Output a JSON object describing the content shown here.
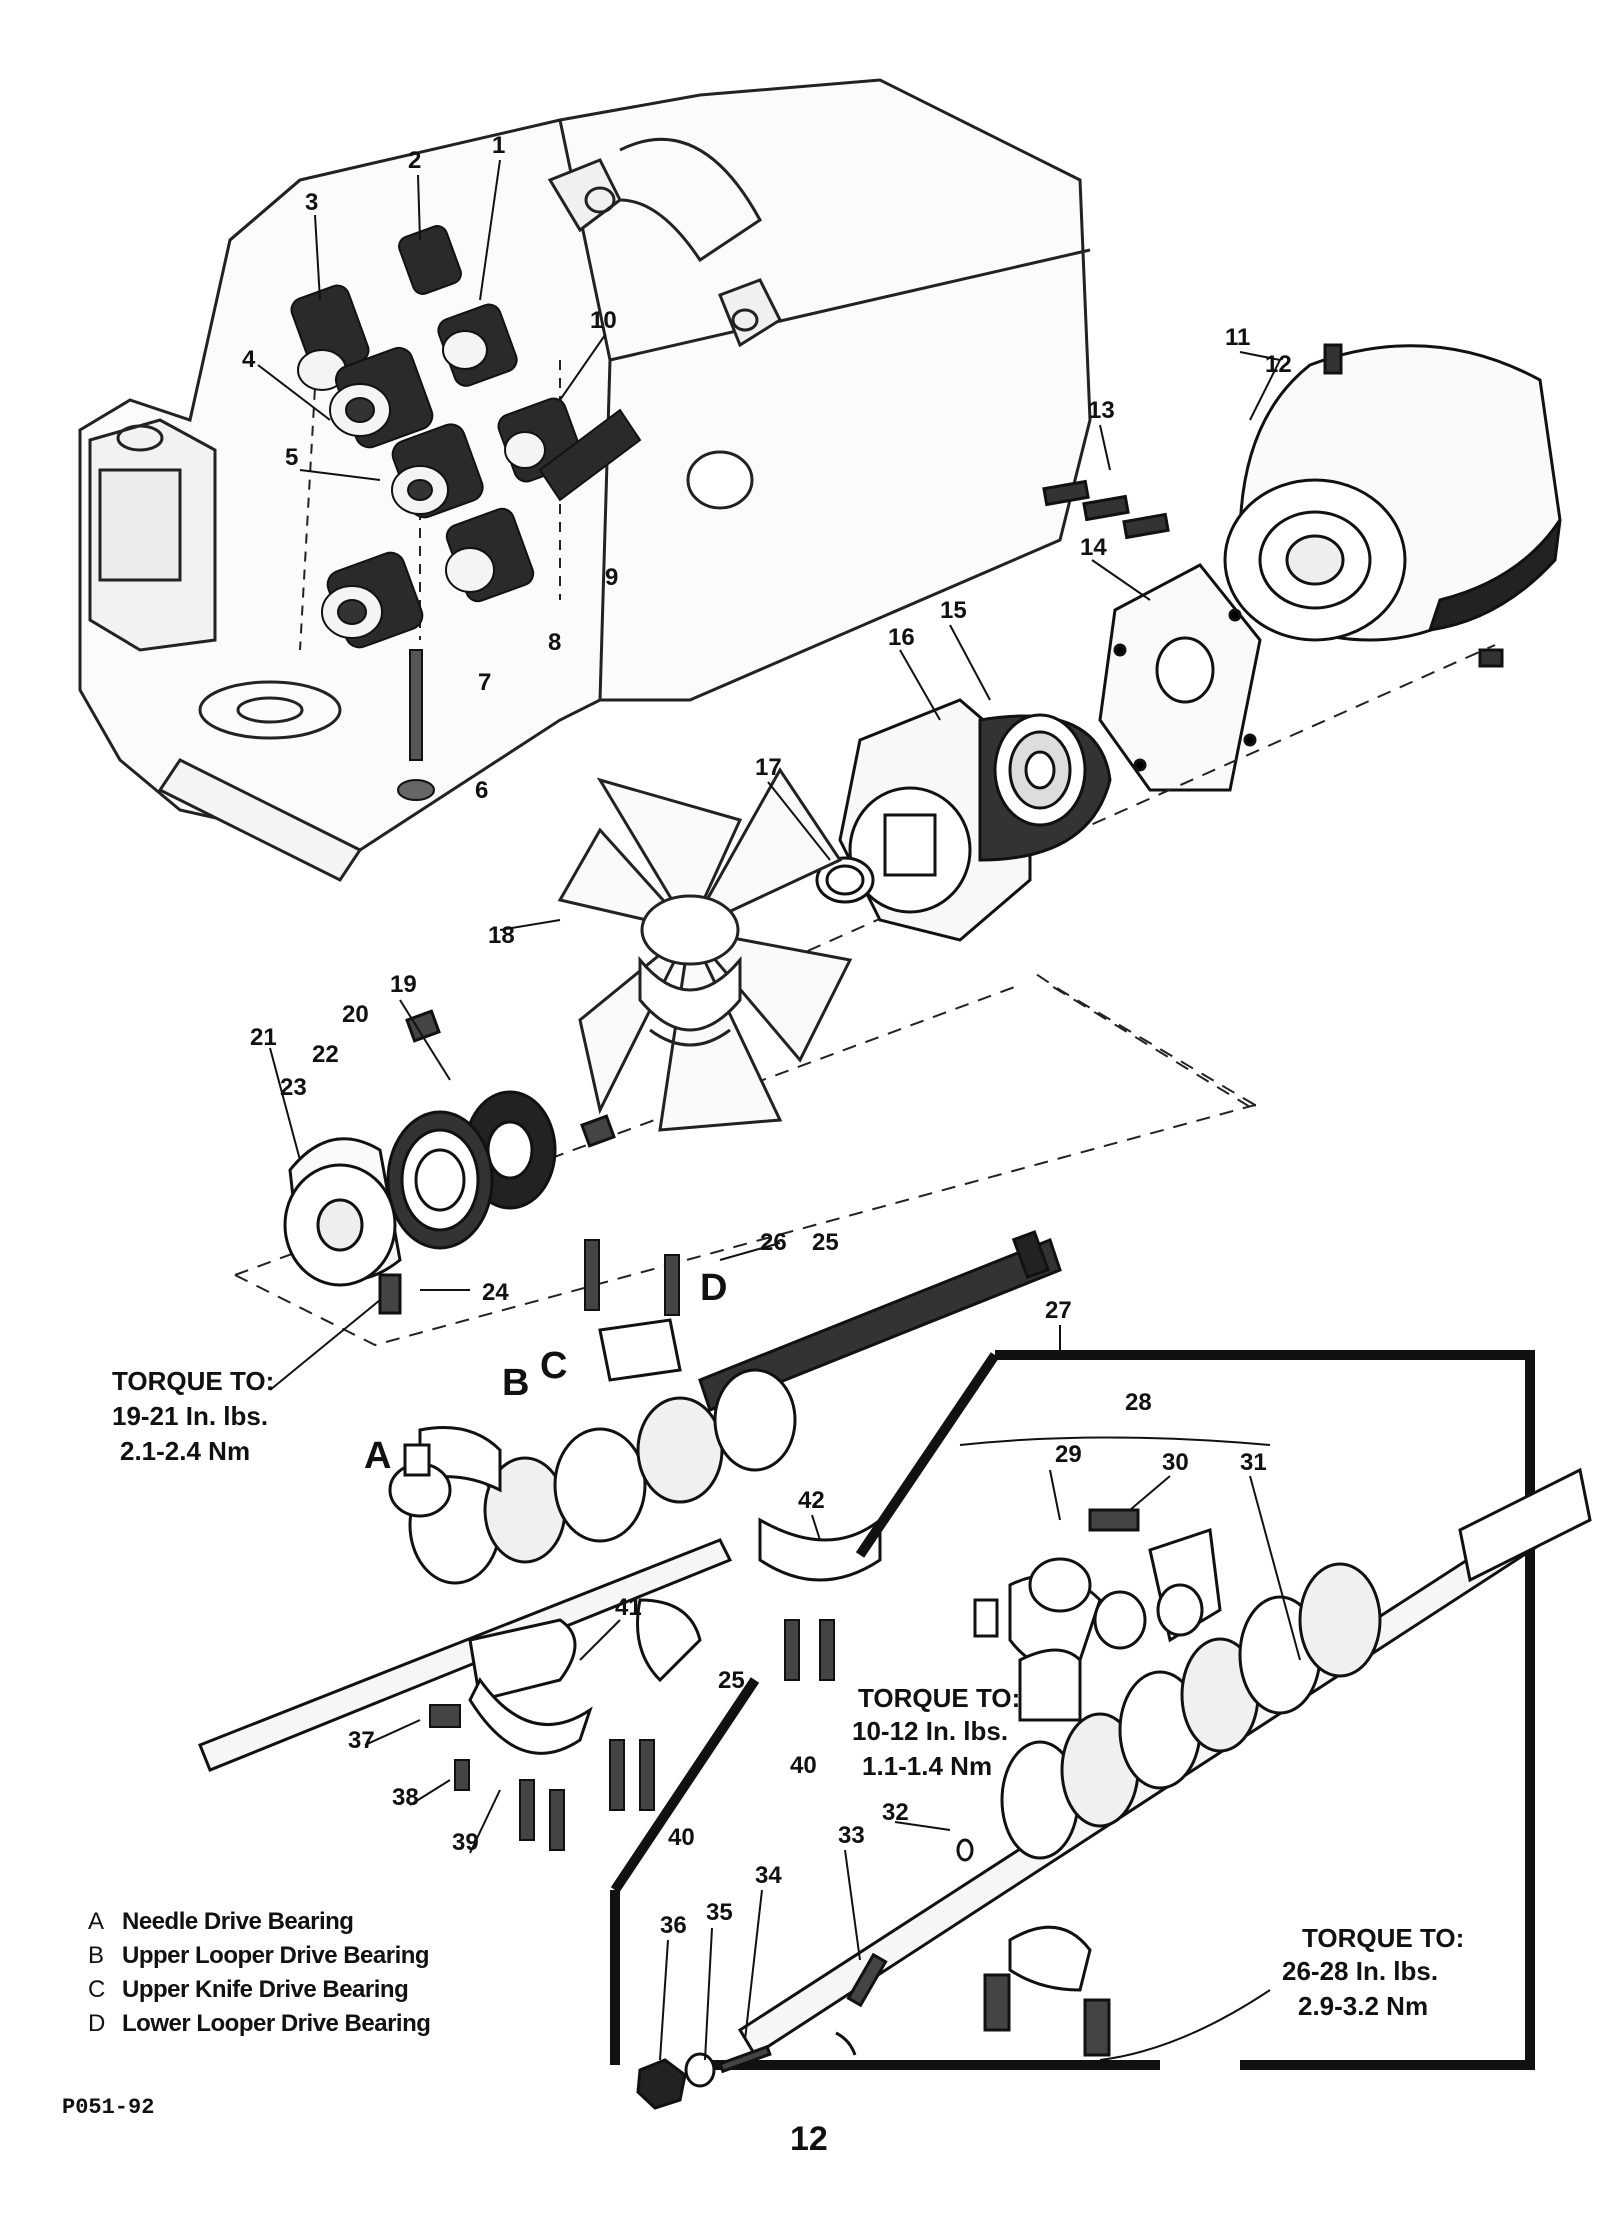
{
  "callouts": [
    "1",
    "2",
    "3",
    "4",
    "5",
    "6",
    "7",
    "8",
    "9",
    "10",
    "11",
    "12",
    "13",
    "14",
    "15",
    "16",
    "17",
    "18",
    "19",
    "20",
    "21",
    "22",
    "23",
    "24",
    "25",
    "26",
    "27",
    "28",
    "29",
    "30",
    "31",
    "32",
    "33",
    "34",
    "35",
    "36",
    "37",
    "38",
    "39",
    "40",
    "41",
    "42"
  ],
  "bearing_letters": [
    "A",
    "B",
    "C",
    "D"
  ],
  "torque_notes": [
    {
      "heading": "TORQUE TO:",
      "imperial": "19-21 In. lbs.",
      "metric": "2.1-2.4 Nm"
    },
    {
      "heading": "TORQUE TO:",
      "imperial": "10-12 In. lbs.",
      "metric": "1.1-1.4 Nm"
    },
    {
      "heading": "TORQUE TO:",
      "imperial": "26-28 In. lbs.",
      "metric": "2.9-3.2 Nm"
    }
  ],
  "legend": [
    {
      "letter": "A",
      "text": "Needle Drive Bearing"
    },
    {
      "letter": "B",
      "text": "Upper Looper Drive Bearing"
    },
    {
      "letter": "C",
      "text": "Upper Knife Drive Bearing"
    },
    {
      "letter": "D",
      "text": "Lower Looper Drive Bearing"
    }
  ],
  "footer_code": "P051-92",
  "page_number": "12",
  "colors": {
    "ink": "#111111",
    "paper": "#ffffff"
  }
}
